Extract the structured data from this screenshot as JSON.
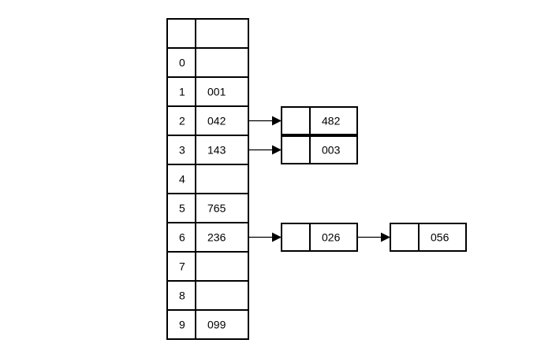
{
  "hash_table": {
    "header": {
      "index": "",
      "value": ""
    },
    "rows": [
      {
        "index": "0",
        "value": ""
      },
      {
        "index": "1",
        "value": "001"
      },
      {
        "index": "2",
        "value": "042"
      },
      {
        "index": "3",
        "value": "143"
      },
      {
        "index": "4",
        "value": ""
      },
      {
        "index": "5",
        "value": "765"
      },
      {
        "index": "6",
        "value": "236"
      },
      {
        "index": "7",
        "value": ""
      },
      {
        "index": "8",
        "value": ""
      },
      {
        "index": "9",
        "value": "099"
      }
    ]
  },
  "chains": [
    {
      "from_row": "2",
      "nodes": [
        {
          "value": "482"
        }
      ]
    },
    {
      "from_row": "3",
      "nodes": [
        {
          "value": "003"
        }
      ]
    },
    {
      "from_row": "6",
      "nodes": [
        {
          "value": "026"
        },
        {
          "value": "056"
        }
      ]
    }
  ]
}
